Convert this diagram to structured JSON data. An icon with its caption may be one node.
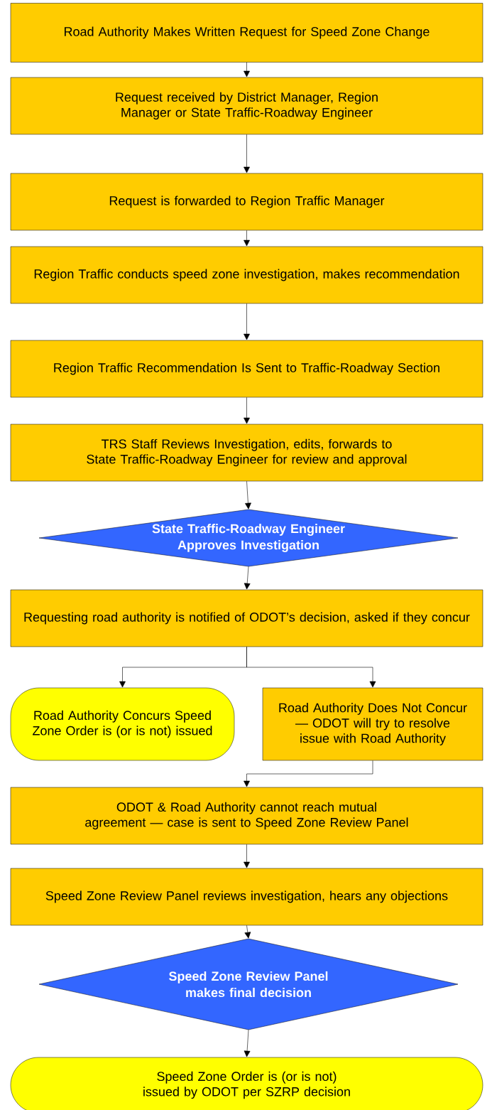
{
  "diagram": {
    "nodes": [
      {
        "text": [
          "Road Authority Makes Written Request for Speed Zone Change"
        ]
      },
      {
        "text": [
          "Request received by District Manager, Region Manager or State Traffic-Roadway Engineer"
        ]
      },
      {
        "text": [
          "Request is forwarded to Region Traffic Manager"
        ]
      },
      {
        "text": [
          "Region Traffic conducts speed zone investigation, makes recommendation"
        ]
      },
      {
        "text": [
          "Region Traffic Recommendation Is Sent to Traffic-Roadway Section"
        ]
      },
      {
        "text": [
          "TRS Staff Reviews Investigation, edits, forwards to State Traffic-Roadway Engineer for review and approval"
        ]
      },
      {
        "text": [
          "State Traffic-Roadway Engineer Approves Investigation"
        ]
      },
      {
        "text": [
          "Requesting road authority is notified of ODOT’s decision, asked if they concur"
        ]
      },
      {
        "text": [
          "Road Authority Concurs Speed Zone Order is (or is not) issued"
        ]
      },
      {
        "text": [
          "Road Authority Does Not Concur — ODOT will try to resolve issue with Road Authority"
        ]
      },
      {
        "text": [
          "ODOT & Road Authority cannot reach mutual agreement — case is sent to Speed Zone Review Panel"
        ]
      },
      {
        "text": [
          "Speed Zone Review Panel reviews investigation, hears any objections"
        ]
      },
      {
        "text": [
          "Speed Zone Review Panel makes final decision"
        ]
      },
      {
        "text": [
          "Speed Zone Order is (or is not) issued by ODOT per SZRP decision"
        ]
      }
    ],
    "edges": [
      {
        "from": 0,
        "to": 1,
        "arrow": "to"
      },
      {
        "from": 1,
        "to": 2,
        "arrow": "to"
      },
      {
        "from": 2,
        "to": 3,
        "arrow": "to"
      },
      {
        "from": 3,
        "to": 4,
        "arrow": "to"
      },
      {
        "from": 4,
        "to": 5,
        "arrow": "to"
      },
      {
        "from": 5,
        "to": 6,
        "arrow": "to"
      },
      {
        "from": 6,
        "to": 7,
        "arrow": "to"
      },
      {
        "from": 7,
        "to": 8,
        "arrow": "to"
      },
      {
        "from": 7,
        "to": 9,
        "arrow": "to"
      },
      {
        "from": 9,
        "to": 10,
        "arrow": "to"
      },
      {
        "from": 10,
        "to": 11,
        "arrow": "to"
      },
      {
        "from": 11,
        "to": 12,
        "arrow": "to"
      },
      {
        "from": 12,
        "to": 13,
        "arrow": "to"
      }
    ]
  }
}
